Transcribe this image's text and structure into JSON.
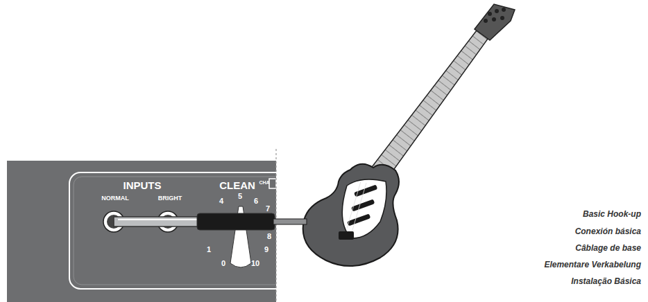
{
  "diagram": {
    "labels": [
      "INPUTS",
      "NORMAL",
      "BRIGHT",
      "CLEAN",
      "CHA",
      "4",
      "5",
      "6",
      "7",
      "8",
      "9",
      "10",
      "0",
      "1",
      "Basic Hook-up",
      "Conexión básica",
      "Câblage de base",
      "Elementare Verkabelung",
      "Instalação Básica"
    ]
  }
}
